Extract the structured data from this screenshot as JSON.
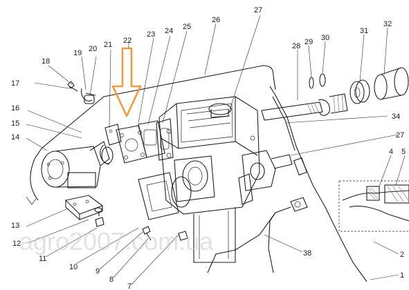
{
  "callouts": [
    {
      "id": "c1",
      "text": "1"
    },
    {
      "id": "c2",
      "text": "2"
    },
    {
      "id": "c4",
      "text": "4"
    },
    {
      "id": "c5",
      "text": "5"
    },
    {
      "id": "c7",
      "text": "7"
    },
    {
      "id": "c8",
      "text": "8"
    },
    {
      "id": "c9",
      "text": "9"
    },
    {
      "id": "c10",
      "text": "10"
    },
    {
      "id": "c11",
      "text": "11"
    },
    {
      "id": "c12",
      "text": "12"
    },
    {
      "id": "c13",
      "text": "13"
    },
    {
      "id": "c14",
      "text": "14"
    },
    {
      "id": "c15",
      "text": "15"
    },
    {
      "id": "c16",
      "text": "16"
    },
    {
      "id": "c17",
      "text": "17"
    },
    {
      "id": "c18",
      "text": "18"
    },
    {
      "id": "c19",
      "text": "19"
    },
    {
      "id": "c20",
      "text": "20"
    },
    {
      "id": "c21",
      "text": "21"
    },
    {
      "id": "c22",
      "text": "22"
    },
    {
      "id": "c23",
      "text": "23"
    },
    {
      "id": "c24",
      "text": "24"
    },
    {
      "id": "c25",
      "text": "25"
    },
    {
      "id": "c26",
      "text": "26"
    },
    {
      "id": "c27a",
      "text": "27"
    },
    {
      "id": "c27b",
      "text": "27"
    },
    {
      "id": "c28",
      "text": "28"
    },
    {
      "id": "c29",
      "text": "29"
    },
    {
      "id": "c30",
      "text": "30"
    },
    {
      "id": "c31",
      "text": "31"
    },
    {
      "id": "c32",
      "text": "32"
    },
    {
      "id": "c34",
      "text": "34"
    },
    {
      "id": "c38",
      "text": "38"
    }
  ],
  "watermark": "agro2007.com.ua",
  "highlight_arrow_color": "#f39a3a",
  "line_color": "#1f1f1f"
}
